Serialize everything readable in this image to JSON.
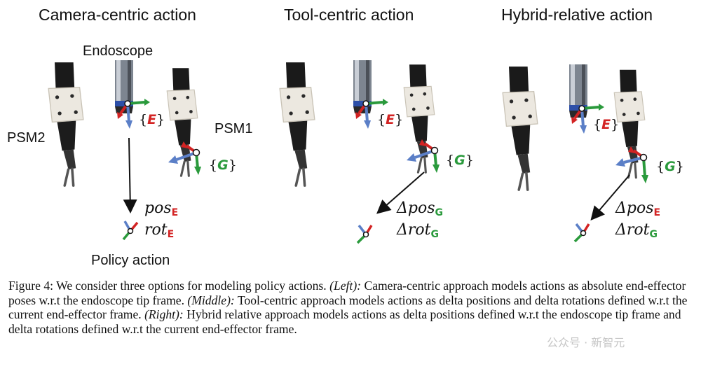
{
  "panels": [
    {
      "title": "Camera-centric action"
    },
    {
      "title": "Tool-centric action"
    },
    {
      "title": "Hybrid-relative action"
    }
  ],
  "labels": {
    "endoscope": "Endoscope",
    "psm2": "PSM2",
    "psm1": "PSM1",
    "policy_action": "Policy action",
    "frame_e": "E",
    "frame_g": "G"
  },
  "actions": {
    "left": {
      "pos": "pos",
      "pos_sub": "E",
      "rot": "rot",
      "rot_sub": "E"
    },
    "middle": {
      "pos": "Δpos",
      "pos_sub": "G",
      "rot": "Δrot",
      "rot_sub": "G"
    },
    "right": {
      "pos": "Δpos",
      "pos_sub": "E",
      "rot": "Δrot",
      "rot_sub": "G"
    }
  },
  "caption": {
    "figure_label": "Figure 4:",
    "intro": "We consider three options for modeling policy actions.",
    "left_tag": "(Left):",
    "left_text": "Camera-centric approach models actions as absolute end-effector poses w.r.t the endoscope tip frame.",
    "middle_tag": "(Middle):",
    "middle_text": "Tool-centric approach models actions as delta positions and delta rotations defined w.r.t the current end-effector frame.",
    "right_tag": "(Right):",
    "right_text": "Hybrid relative approach models actions as delta positions defined w.r.t the endoscope tip frame and delta rotations defined w.r.t the current end-effector frame."
  },
  "watermark": "公众号 · 新智元",
  "colors": {
    "red_axis": "#d32323",
    "green_axis": "#2a9a3c",
    "blue_axis": "#5b7fc7",
    "shaft": "#1a1a1a",
    "housing": "#ece8e0"
  }
}
